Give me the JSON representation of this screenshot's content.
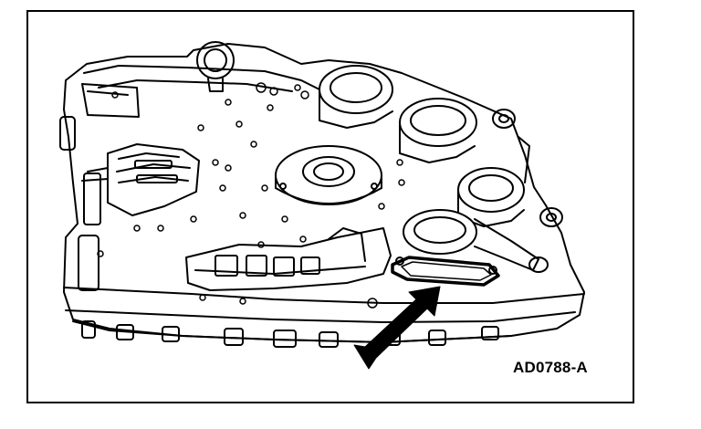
{
  "figure": {
    "reference_code": "AD0788-A",
    "subject": "transmission-valve-body-plate",
    "pointer": "arrow-to-gasket-seal",
    "colors": {
      "line": "#000000",
      "background": "#ffffff",
      "highlight": "#000000"
    }
  }
}
